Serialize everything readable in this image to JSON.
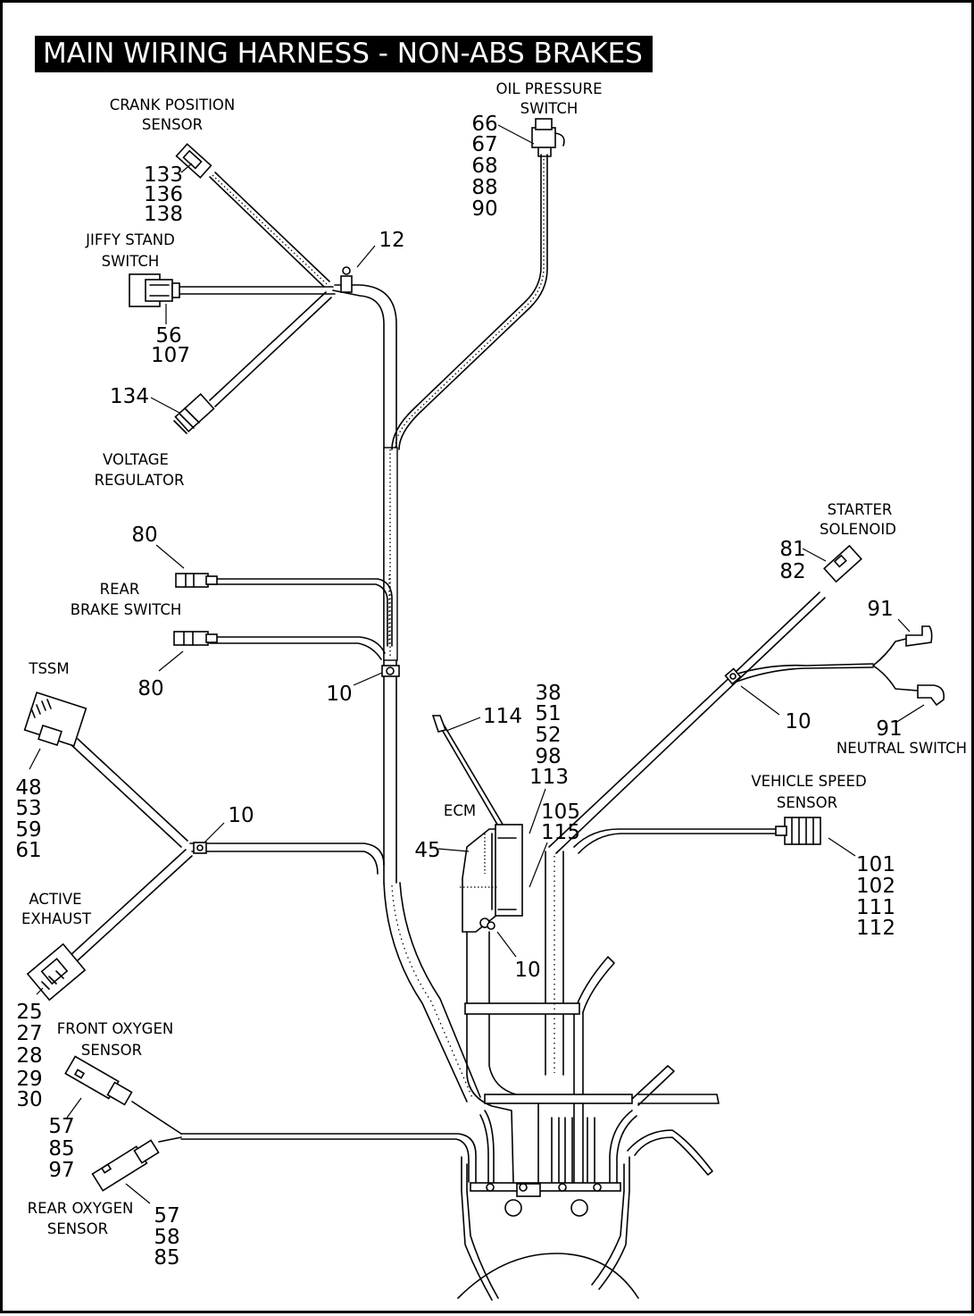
{
  "title": "MAIN WIRING HARNESS - NON-ABS BRAKES",
  "components": {
    "crank_position_sensor": {
      "label": [
        "CRANK POSITION",
        "SENSOR"
      ],
      "refs": [
        "133",
        "136",
        "138"
      ]
    },
    "oil_pressure_switch": {
      "label": [
        "OIL PRESSURE",
        "SWITCH"
      ],
      "refs": [
        "66",
        "67",
        "68",
        "88",
        "90"
      ]
    },
    "jiffy_stand_switch": {
      "label": [
        "JIFFY STAND",
        "SWITCH"
      ],
      "refs": [
        "56",
        "107"
      ]
    },
    "clip_top": {
      "refs": [
        "12"
      ]
    },
    "voltage_regulator": {
      "label": [
        "VOLTAGE",
        "REGULATOR"
      ],
      "refs": [
        "134"
      ]
    },
    "rear_brake_switch": {
      "label": [
        "REAR",
        "BRAKE SWITCH"
      ],
      "refs_upper": [
        "80"
      ],
      "refs_lower": [
        "80"
      ]
    },
    "starter_solenoid": {
      "label": [
        "STARTER",
        "SOLENOID"
      ],
      "refs": [
        "81",
        "82"
      ]
    },
    "neutral_switch": {
      "label": [
        "NEUTRAL SWITCH"
      ],
      "refs_upper": [
        "91"
      ],
      "refs_lower": [
        "91"
      ]
    },
    "tssm": {
      "label": [
        "TSSM"
      ],
      "refs": [
        "48",
        "53",
        "59",
        "61"
      ]
    },
    "clip_mid": {
      "refs": [
        "10"
      ]
    },
    "clip_right": {
      "refs": [
        "10"
      ]
    },
    "clip_left": {
      "refs": [
        "10"
      ]
    },
    "clip_ecm": {
      "refs": [
        "10"
      ]
    },
    "ecm": {
      "label": [
        "ECM"
      ],
      "refs_left": [
        "45"
      ],
      "refs_strap": [
        "114"
      ],
      "refs_top": [
        "38",
        "51",
        "52",
        "98",
        "113"
      ],
      "refs_lower": [
        "105",
        "115"
      ]
    },
    "vehicle_speed_sensor": {
      "label": [
        "VEHICLE SPEED",
        "SENSOR"
      ],
      "refs": [
        "101",
        "102",
        "111",
        "112"
      ]
    },
    "active_exhaust": {
      "label": [
        "ACTIVE",
        "EXHAUST"
      ],
      "refs": [
        "25",
        "27",
        "28",
        "29",
        "30"
      ]
    },
    "front_oxygen_sensor": {
      "label": [
        "FRONT OXYGEN",
        "SENSOR"
      ],
      "refs": [
        "57",
        "85",
        "97"
      ]
    },
    "rear_oxygen_sensor": {
      "label": [
        "REAR OXYGEN",
        "SENSOR"
      ],
      "refs": [
        "57",
        "58",
        "85"
      ]
    }
  }
}
